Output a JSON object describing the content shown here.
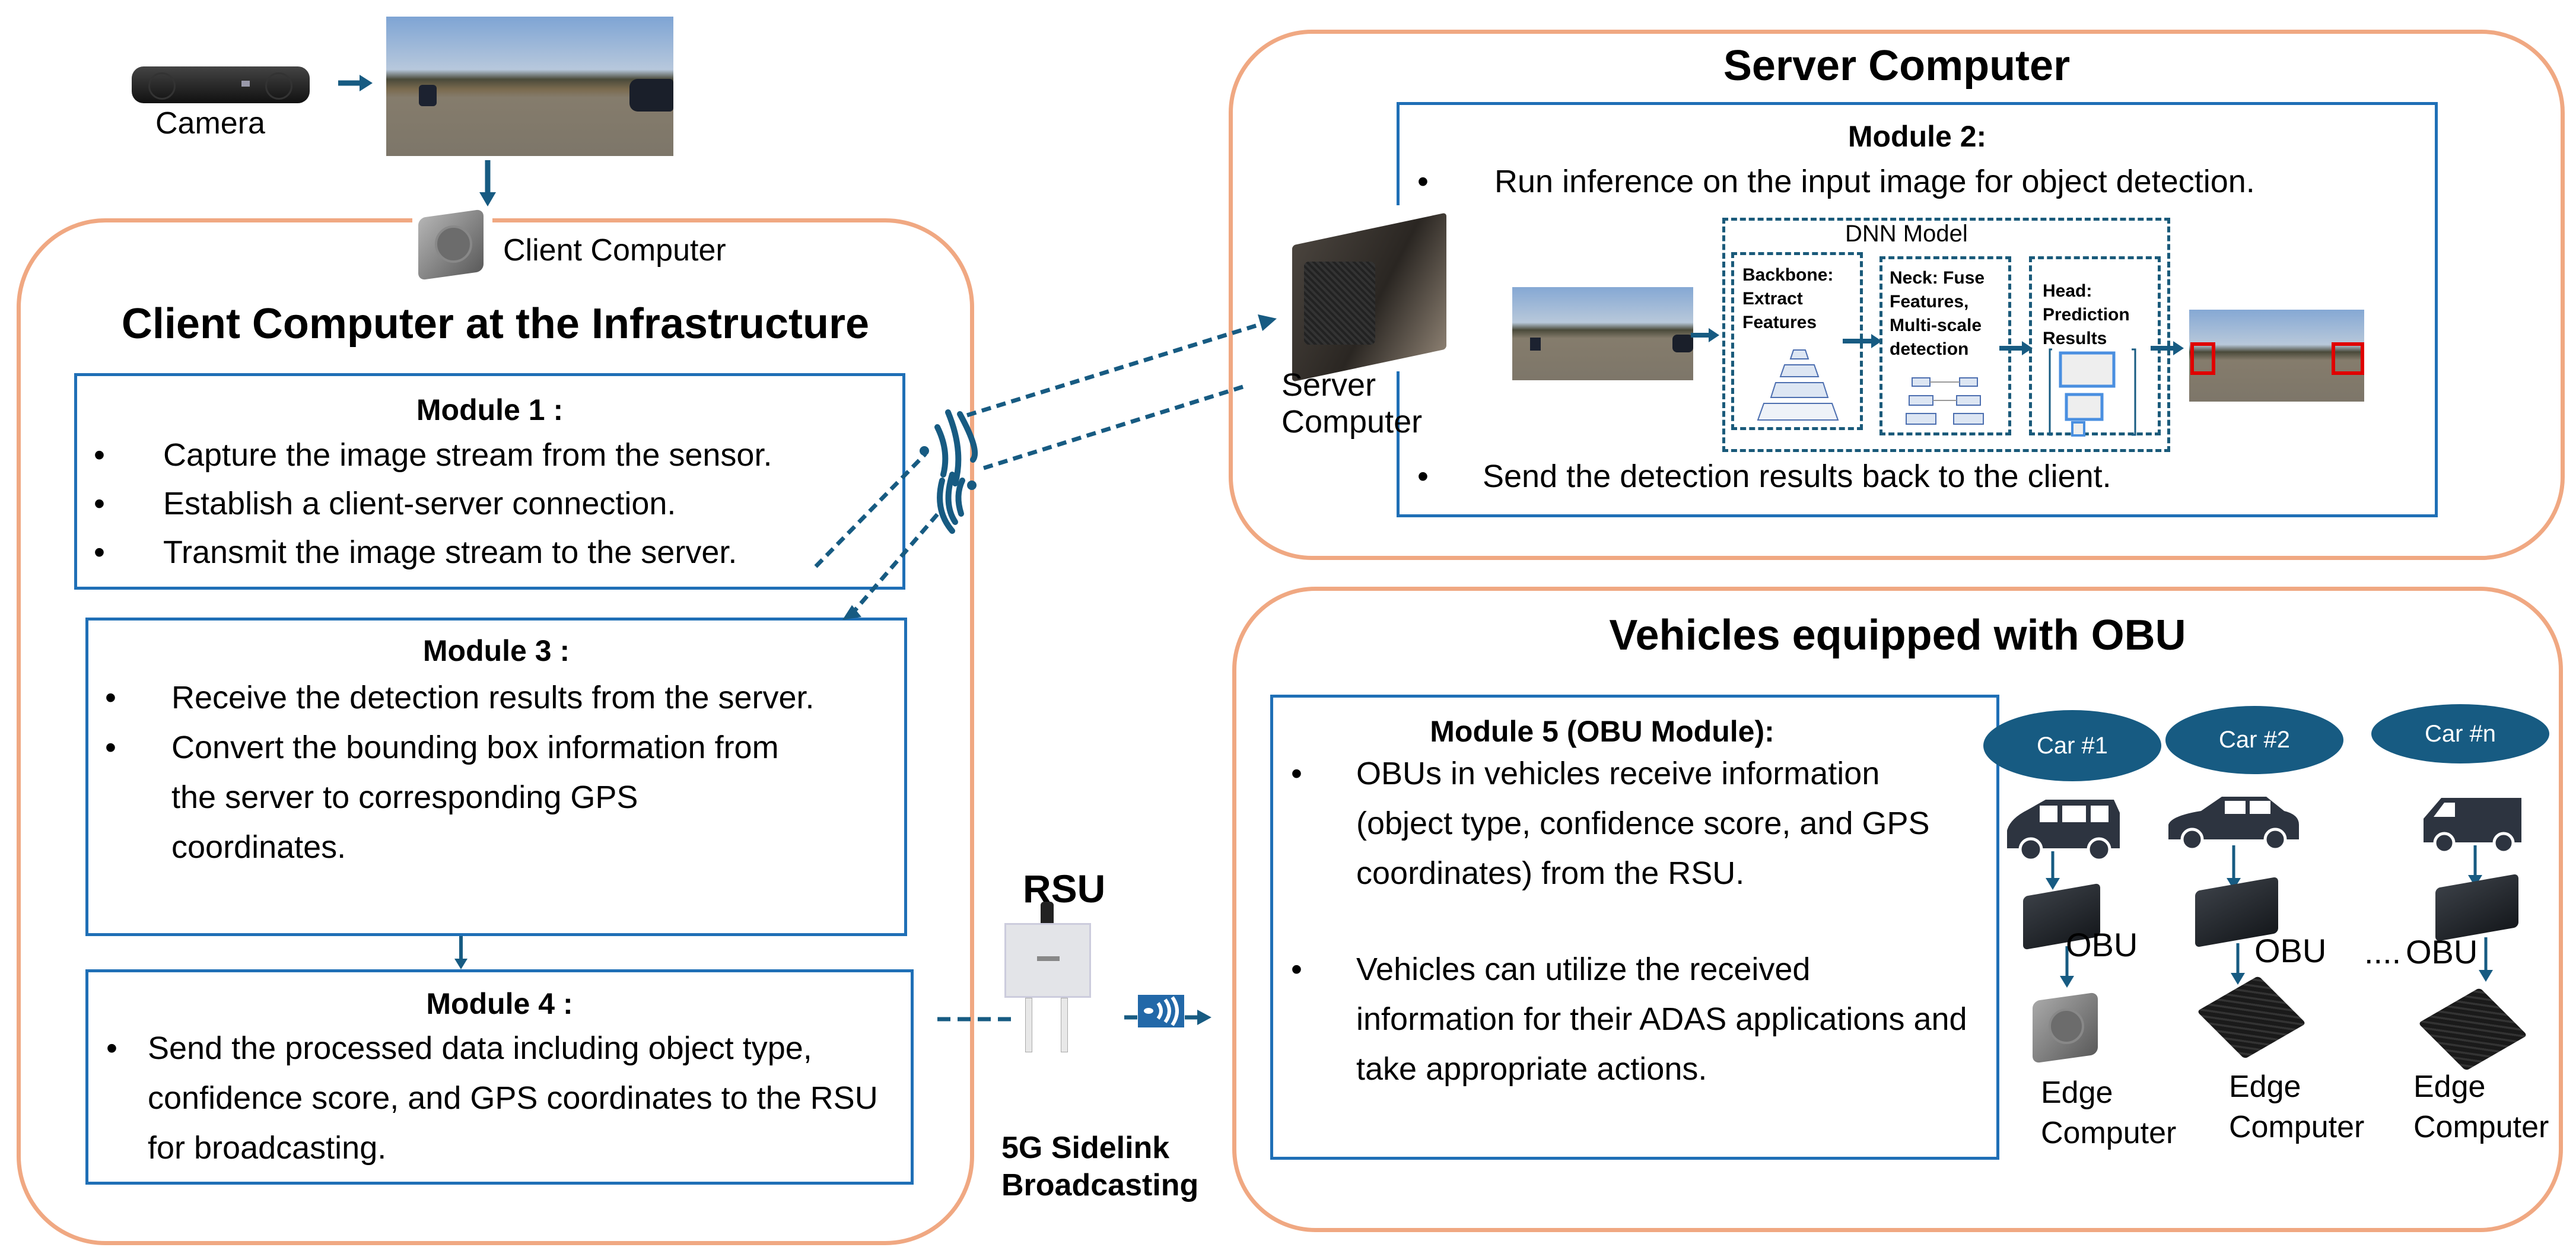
{
  "camera": {
    "label": "Camera"
  },
  "client": {
    "icon_label": "Client Computer",
    "title": "Client Computer at the Infrastructure",
    "module1": {
      "title": "Module 1 :",
      "bullets": [
        "Capture the image stream from the sensor.",
        "Establish a client-server connection.",
        "Transmit the image stream to the server."
      ]
    },
    "module3": {
      "title": "Module 3 :",
      "bullets": [
        "Receive the detection results from the server.",
        "Convert the bounding box information from the server to corresponding GPS coordinates."
      ]
    },
    "module4": {
      "title": "Module 4 :",
      "bullets": [
        "Send the processed data including object type, confidence score, and GPS coordinates to the RSU for broadcasting."
      ]
    }
  },
  "server": {
    "title": "Server Computer",
    "icon_label_line1": "Server",
    "icon_label_line2": "Computer",
    "module2": {
      "title": "Module 2:",
      "bullets": [
        "Run inference on the input image for object detection.",
        "Send the detection results back to the client."
      ]
    },
    "dnn": {
      "title": "DNN Model",
      "backbone": [
        "Backbone:",
        "Extract",
        "Features"
      ],
      "neck": [
        "Neck: Fuse",
        "Features,",
        "Multi-scale",
        "detection"
      ],
      "head": [
        "Head:",
        "Prediction",
        "Results"
      ]
    }
  },
  "rsu": {
    "label": "RSU",
    "caption_line1": "5G Sidelink",
    "caption_line2": "Broadcasting"
  },
  "vehicles": {
    "title": "Vehicles equipped with OBU",
    "module5": {
      "title": "Module 5 (OBU Module):",
      "bullets": [
        "OBUs in vehicles receive information (object type, confidence score, and GPS coordinates) from the RSU.",
        "Vehicles can utilize the received information for their ADAS applications and take appropriate actions."
      ]
    },
    "cars": [
      {
        "label": "Car #1",
        "icon": "minivan-icon",
        "obu": "OBU",
        "edge_line1": "Edge",
        "edge_line2": "Computer"
      },
      {
        "label": "Car #2",
        "icon": "sedan-icon",
        "obu": "OBU",
        "edge_line1": "Edge",
        "edge_line2": "Computer"
      },
      {
        "label": "Car #n",
        "icon": "van-icon",
        "obu": "OBU",
        "edge_line1": "Edge",
        "edge_line2": "Computer"
      }
    ],
    "ellipsis": "...."
  },
  "colors": {
    "region_border": "#f0a882",
    "module_border": "#1f6fb6",
    "arrow": "#175b82",
    "car_badge": "#175b82",
    "detection_box": "#e00000"
  }
}
